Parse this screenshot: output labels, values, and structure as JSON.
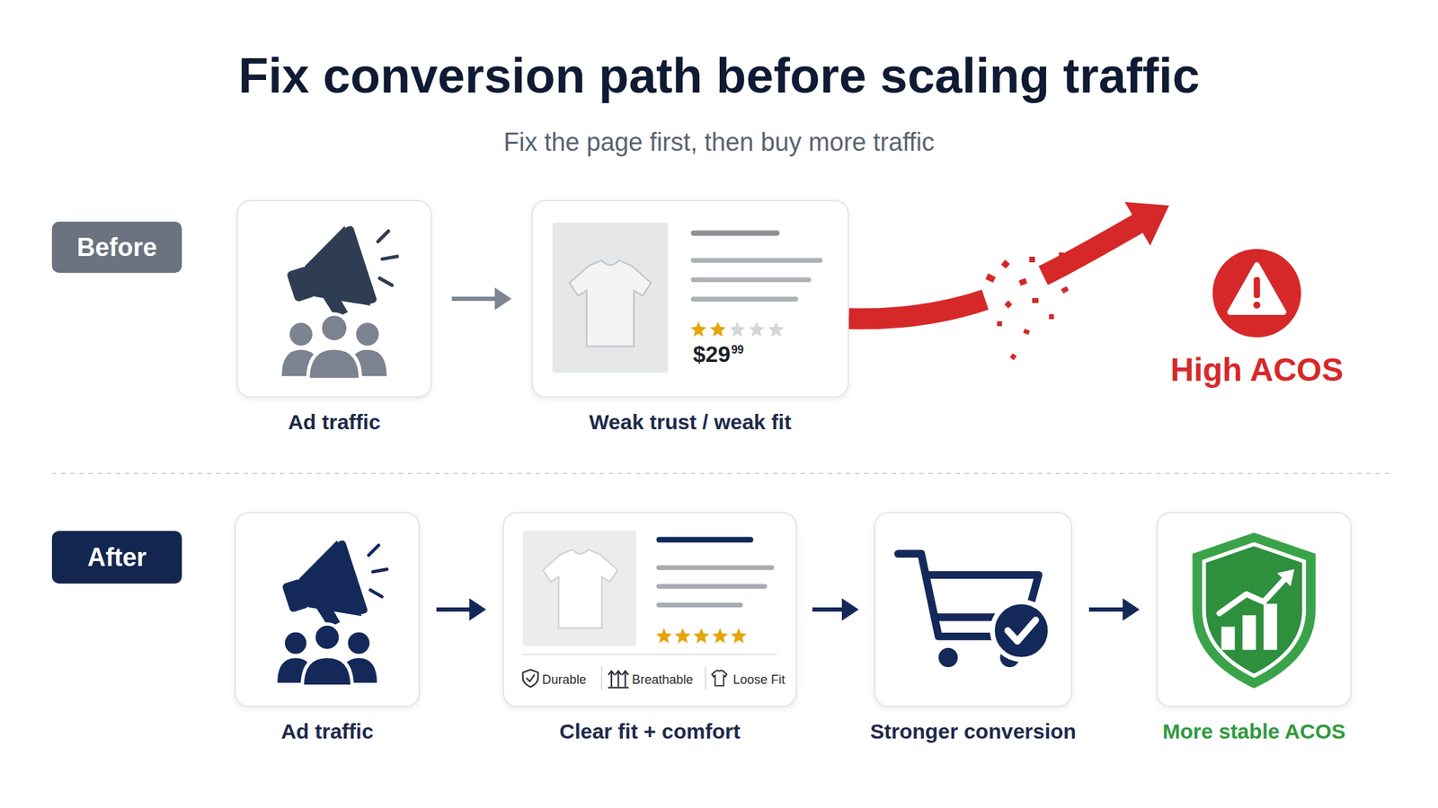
{
  "diagram": {
    "title": "Fix conversion path before scaling traffic",
    "nodes": [
      {
        "text": [
          "Before"
        ]
      },
      {
        "text": [
          "Ad traffic"
        ]
      },
      {
        "text": [
          "$29",
          "99",
          "Weak trust / weak fit"
        ]
      },
      {
        "text": [
          "High ACOS"
        ]
      },
      {
        "text": [
          "After"
        ]
      },
      {
        "text": [
          "Ad traffic"
        ]
      },
      {
        "text": [
          "Durable",
          "Breathable",
          "Loose Fit",
          "Clear fit + comfort"
        ]
      },
      {
        "text": [
          "Stronger conversion"
        ]
      },
      {
        "text": [
          "More stable ACOS"
        ]
      }
    ],
    "edges": [
      {
        "from": 1,
        "to": 2,
        "arrow": "to"
      },
      {
        "from": 2,
        "to": 3,
        "arrow": "to"
      },
      {
        "from": 5,
        "to": 6,
        "arrow": "to"
      },
      {
        "from": 6,
        "to": 7,
        "arrow": "to"
      },
      {
        "from": 7,
        "to": 8,
        "arrow": "to"
      }
    ],
    "labels": [
      "Fix the page first, then buy more traffic"
    ]
  }
}
